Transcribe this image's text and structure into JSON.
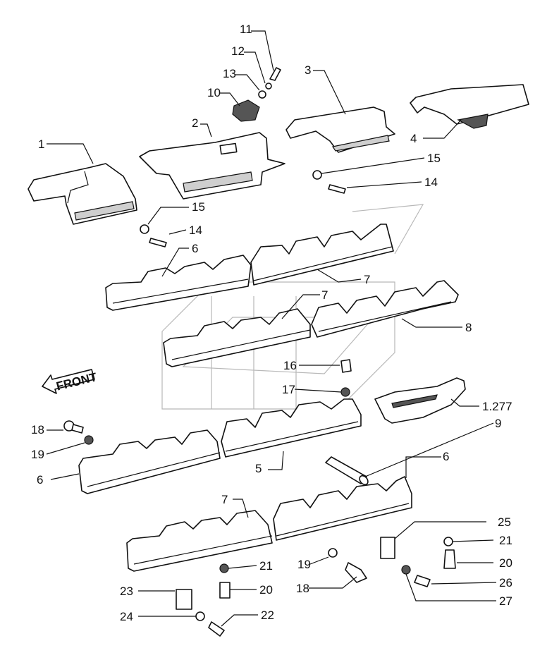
{
  "diagram": {
    "front_label": "FRONT",
    "callouts": {
      "c11": "11",
      "c12": "12",
      "c13": "13",
      "c10": "10",
      "c3": "3",
      "c2": "2",
      "c4": "4",
      "c1": "1",
      "c15a": "15",
      "c14a": "14",
      "c15b": "15",
      "c14b": "14",
      "c6a": "6",
      "c7a": "7",
      "c7b": "7",
      "c8": "8",
      "c16": "16",
      "c17": "17",
      "c1277": "1.277",
      "c9": "9",
      "c18a": "18",
      "c19a": "19",
      "c6b": "6",
      "c5": "5",
      "c6c": "6",
      "c7c": "7",
      "c25": "25",
      "c21a": "21",
      "c20a": "20",
      "c19b": "19",
      "c21b": "21",
      "c26": "26",
      "c18b": "18",
      "c20b": "20",
      "c27": "27",
      "c23": "23",
      "c24": "24",
      "c22": "22"
    }
  }
}
